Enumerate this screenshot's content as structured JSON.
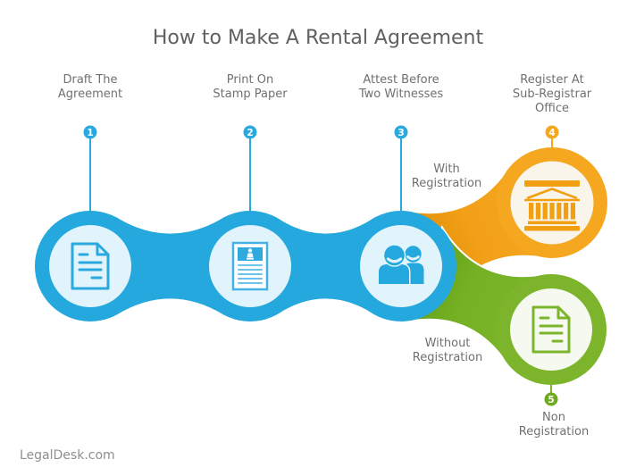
{
  "title": "How to Make A Rental Agreement",
  "watermark": "LegalDesk.com",
  "steps": [
    {
      "num": "1",
      "label": "Draft The\nAgreement",
      "icon": "document-icon",
      "color": "#29A9DE"
    },
    {
      "num": "2",
      "label": "Print On\nStamp Paper",
      "icon": "stamp-paper-icon",
      "color": "#29A9DE"
    },
    {
      "num": "3",
      "label": "Attest Before\nTwo Witnesses",
      "icon": "witnesses-people-icon",
      "color": "#29A9DE"
    },
    {
      "num": "4",
      "label": "Register At\nSub-Registrar\nOffice",
      "icon": "government-building-icon",
      "color": "#F5A71F"
    },
    {
      "num": "5",
      "label": "Non\nRegistration",
      "icon": "document-icon",
      "color": "#6CAB1D"
    }
  ],
  "branch_labels": {
    "with_registration": "With\nRegistration",
    "without_registration": "Without\nRegistration"
  },
  "colors": {
    "blue": "#25A8DD",
    "blue_light": "#E1F4FB",
    "orange": "#F5A71F",
    "orange_dark": "#DC8C05",
    "orange_light": "#F9F5EB",
    "green": "#7CB52C",
    "green_dark": "#63A014",
    "green_light": "#F6F9EF",
    "text_gray": "#707070",
    "title_gray": "#606060"
  }
}
